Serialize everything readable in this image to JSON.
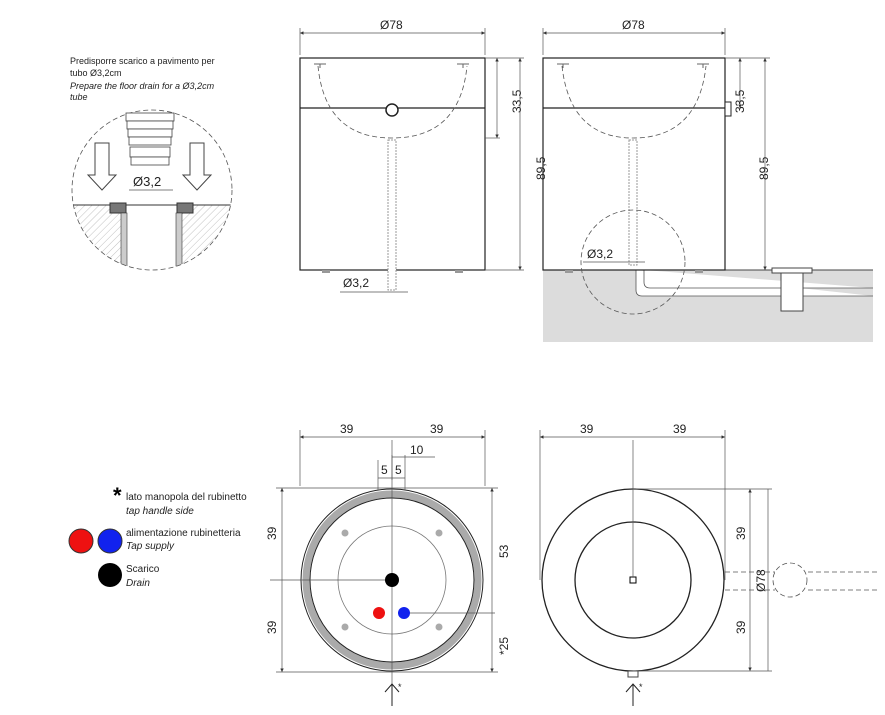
{
  "detail": {
    "note_it": "Predisporre scarico a pavimento per",
    "note_it2": "tubo Ø3,2cm",
    "note_en": "Prepare the floor drain for a Ø3,2cm",
    "note_en2": "tube",
    "diameter": "Ø3,2"
  },
  "front_view": {
    "width": "Ø78",
    "upper_height": "33,5",
    "height": "89,5",
    "drain": "Ø3,2"
  },
  "side_view": {
    "width": "Ø78",
    "upper_height": "33,5",
    "height": "89,5",
    "drain": "Ø3,2"
  },
  "plan_view": {
    "left_half": "39",
    "right_half": "39",
    "offset_a": "5",
    "offset_b": "5",
    "offset_c": "10",
    "top_half": "39",
    "bottom_half": "39",
    "dim_53": "53",
    "dim_25": "*25",
    "arrow_mark": "*"
  },
  "plan_view_2": {
    "left_half": "39",
    "right_half": "39",
    "top_half": "39",
    "bottom_half": "39",
    "diameter": "Ø78",
    "arrow_mark": "*"
  },
  "legend": {
    "star": "*",
    "handle_it": "lato manopola del rubinetto",
    "handle_en": "tap handle side",
    "supply_it": "alimentazione rubinetteria",
    "supply_en": "Tap supply",
    "drain_it": "Scarico",
    "drain_en": "Drain",
    "colors": {
      "hot": "#ee1111",
      "cold": "#1122ee",
      "drain": "#000000"
    }
  }
}
